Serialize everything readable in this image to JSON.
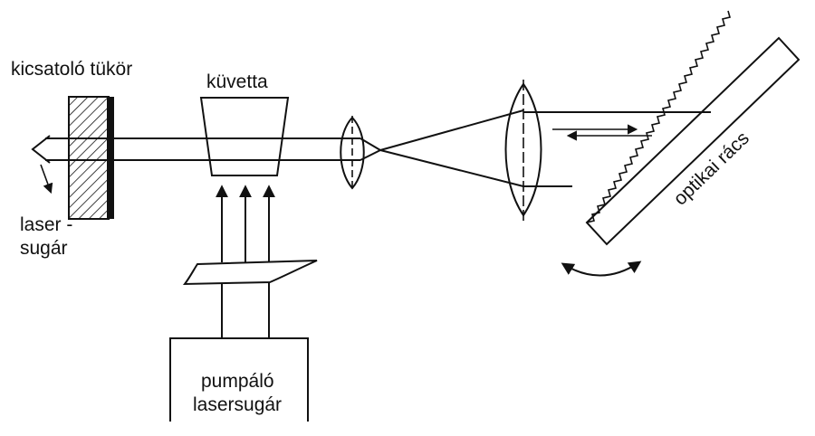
{
  "labels": {
    "mirror": "kicsatoló tükör",
    "cuvette": "küvetta",
    "laser_beam_line1": "laser -",
    "laser_beam_line2": "sugár",
    "grating": "optikai rács",
    "pump_line1": "pumpáló",
    "pump_line2": "lasersugár"
  },
  "colors": {
    "ink": "#111111",
    "background": "#ffffff"
  }
}
